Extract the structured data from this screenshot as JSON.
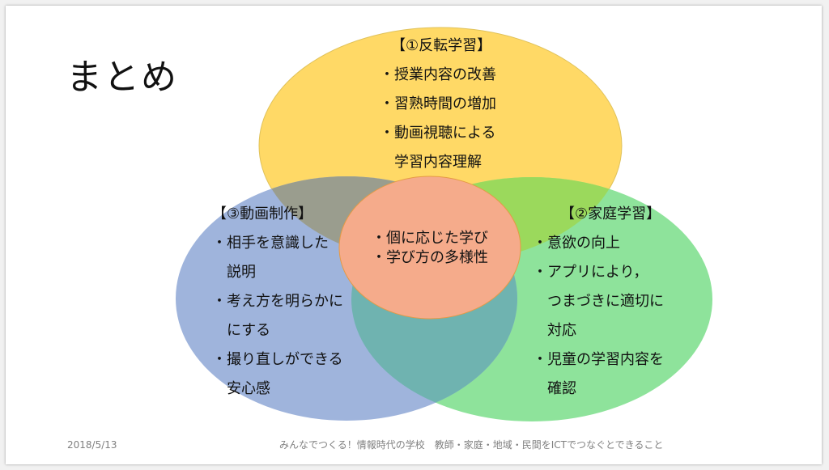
{
  "slide": {
    "title": "まとめ",
    "footer_date": "2018/5/13",
    "footer_text": "みんなでつくる！情報時代の学校　教師・家庭・地域・民間をICTでつなぐとできること"
  },
  "diagram": {
    "top_circle": {
      "color": "#ffd966",
      "heading": "【①反転学習】",
      "lines": [
        "・授業内容の改善",
        "・習熟時間の増加",
        "・動画視聴による",
        "　学習内容理解"
      ]
    },
    "left_circle": {
      "color": "#8ea9db",
      "heading": "【③動画制作】",
      "lines": [
        "・相手を意識した",
        "　説明",
        "・考え方を明らかに",
        "　にする",
        "・撮り直しができる",
        "　安心感"
      ]
    },
    "right_circle": {
      "color": "#7fe28f",
      "heading": "【②家庭学習】",
      "lines": [
        "・意欲の向上",
        "・アプリにより，",
        "　つまづきに適切に",
        "　対応",
        "・児童の学習内容を",
        "　確認"
      ]
    },
    "center_circle": {
      "color": "#f4a582",
      "lines": [
        "・個に応じた学び",
        "・学び方の多様性"
      ]
    }
  }
}
